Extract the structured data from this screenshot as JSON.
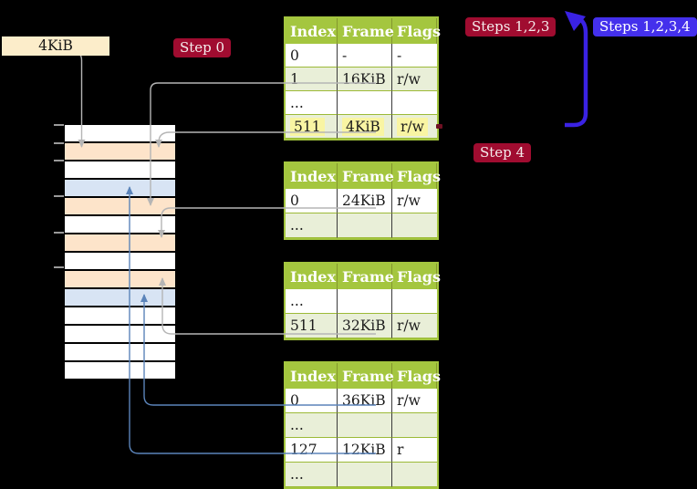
{
  "labels": {
    "frame_size_box": "4KiB",
    "step0_badge": "Step 0",
    "steps123_badge": "Steps 1,2,3",
    "steps1234_badge": "Steps 1,2,3,4",
    "step4_badge": "Step 4"
  },
  "colors": {
    "table-header-green": "#a4c63f",
    "table-row-green": "#e9efd8",
    "highlight-yellow": "#f9f5a3",
    "frame-pagetable-peach": "#fde4ca",
    "frame-page-blue": "#d8e4f4",
    "badge-red": "#a00c30",
    "badge-blue": "#4430ec",
    "arrow-blue": "#3a22e3",
    "connector-gray": "#b5b5b5",
    "connector-blue": "#5b84ba",
    "label-beige": "#fcedca"
  },
  "memory": {
    "frames": [
      "free",
      "pagetable",
      "free",
      "page",
      "pagetable",
      "free",
      "pagetable",
      "free",
      "pagetable",
      "page",
      "free",
      "free",
      "free",
      "free"
    ]
  },
  "tables": [
    {
      "columns": [
        "Index",
        "Frame",
        "Flags"
      ],
      "rows": [
        {
          "index": "0",
          "frame": "-",
          "flags": "-"
        },
        {
          "index": "1",
          "frame": "16KiB",
          "flags": "r/w"
        },
        {
          "index": "...",
          "frame": "",
          "flags": ""
        },
        {
          "index": "511",
          "frame": "4KiB",
          "flags": "r/w"
        }
      ]
    },
    {
      "columns": [
        "Index",
        "Frame",
        "Flags"
      ],
      "rows": [
        {
          "index": "0",
          "frame": "24KiB",
          "flags": "r/w"
        },
        {
          "index": "...",
          "frame": "",
          "flags": ""
        }
      ]
    },
    {
      "columns": [
        "Index",
        "Frame",
        "Flags"
      ],
      "rows": [
        {
          "index": "...",
          "frame": "",
          "flags": ""
        },
        {
          "index": "511",
          "frame": "32KiB",
          "flags": "r/w"
        }
      ]
    },
    {
      "columns": [
        "Index",
        "Frame",
        "Flags"
      ],
      "rows": [
        {
          "index": "0",
          "frame": "36KiB",
          "flags": "r/w"
        },
        {
          "index": "...",
          "frame": "",
          "flags": ""
        },
        {
          "index": "127",
          "frame": "12KiB",
          "flags": "r"
        },
        {
          "index": "...",
          "frame": "",
          "flags": ""
        }
      ]
    }
  ]
}
